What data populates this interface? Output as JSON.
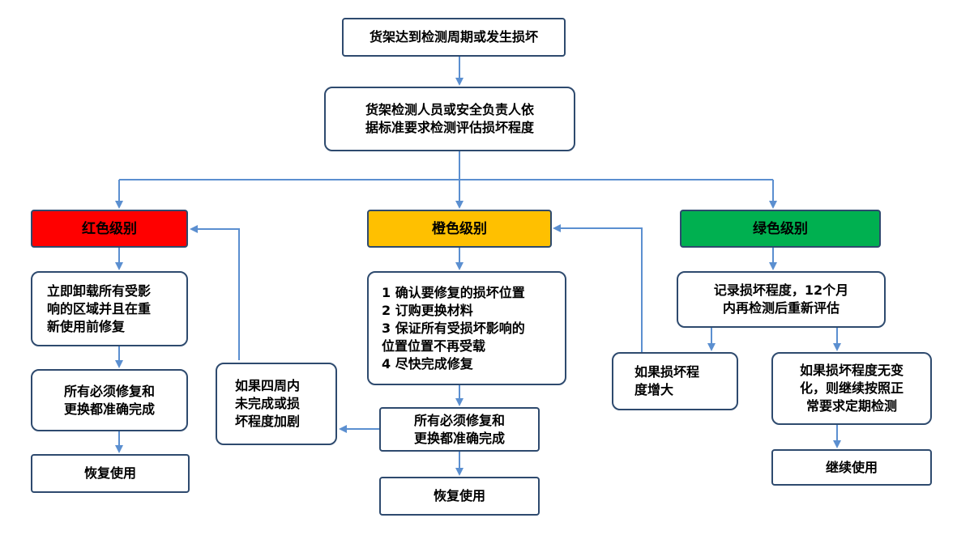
{
  "colors": {
    "red": "#ff0000",
    "orange": "#ffc000",
    "green": "#00b050",
    "connector": "#5b8fd0",
    "box_border": "#2e4a6e"
  },
  "nodes": {
    "start": "货架达到检测周期或发生损坏",
    "inspect": "货架检测人员或安全负责人依\n据标准要求检测评估损坏程度",
    "red_level": "红色级别",
    "orange_level": "橙色级别",
    "green_level": "绿色级别",
    "red_step1": "立即卸载所有受影\n响的区域并且在重\n新使用前修复",
    "red_step2": "所有必须修复和\n更换都准确完成",
    "red_resume": "恢复使用",
    "orange_step1": "1  确认要修复的损坏位置\n2  订购更换材料\n3  保证所有受损坏影响的\n位置位置不再受载\n4  尽快完成修复",
    "orange_step2": "所有必须修复和\n更换都准确完成",
    "orange_resume": "恢复使用",
    "escalate_red": "如果四周内\n未完成或损\n坏程度加剧",
    "green_step1": "记录损坏程度，12个月\n内再检测后重新评估",
    "escalate_orange": "如果损坏程\n度增大",
    "green_unchanged": "如果损坏程度无变\n化，则继续按照正\n常要求定期检测",
    "green_resume": "继续使用"
  }
}
